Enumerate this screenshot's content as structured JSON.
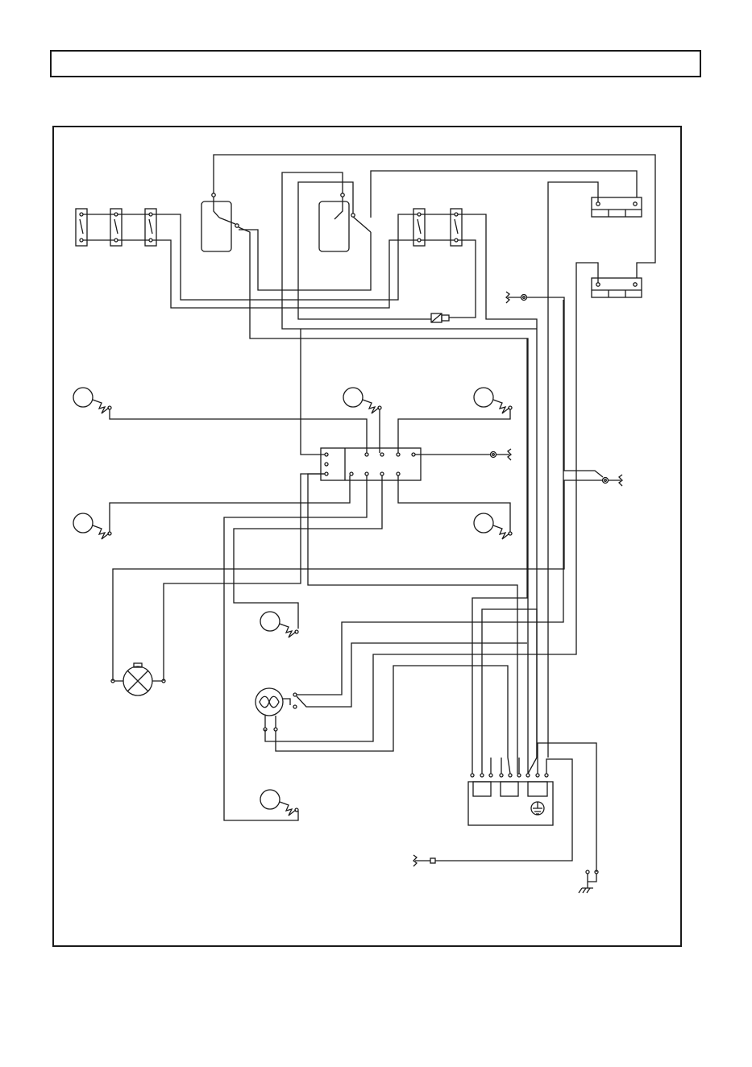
{
  "header": {
    "title": ""
  },
  "colors": {
    "line": "#1a1a1a",
    "background": "#ffffff"
  },
  "components": {
    "switches": [
      "switch-1",
      "switch-2",
      "switch-3",
      "switch-4",
      "switch-5"
    ],
    "thermostats": [
      "thermostat-left",
      "thermostat-right"
    ],
    "terminal_blocks": [
      "terminal-block-top",
      "terminal-block-middle"
    ],
    "hotplates": [
      "hotplate-top-left",
      "hotplate-top-center",
      "hotplate-top-right",
      "hotplate-bottom-left",
      "hotplate-bottom-right",
      "heater-oven-upper",
      "heater-oven-lower"
    ],
    "lamp": "oven-lamp-icon",
    "fan_motor": "fan-motor-icon",
    "main_terminal": "main-terminal-block",
    "earth": "earth-icon"
  }
}
